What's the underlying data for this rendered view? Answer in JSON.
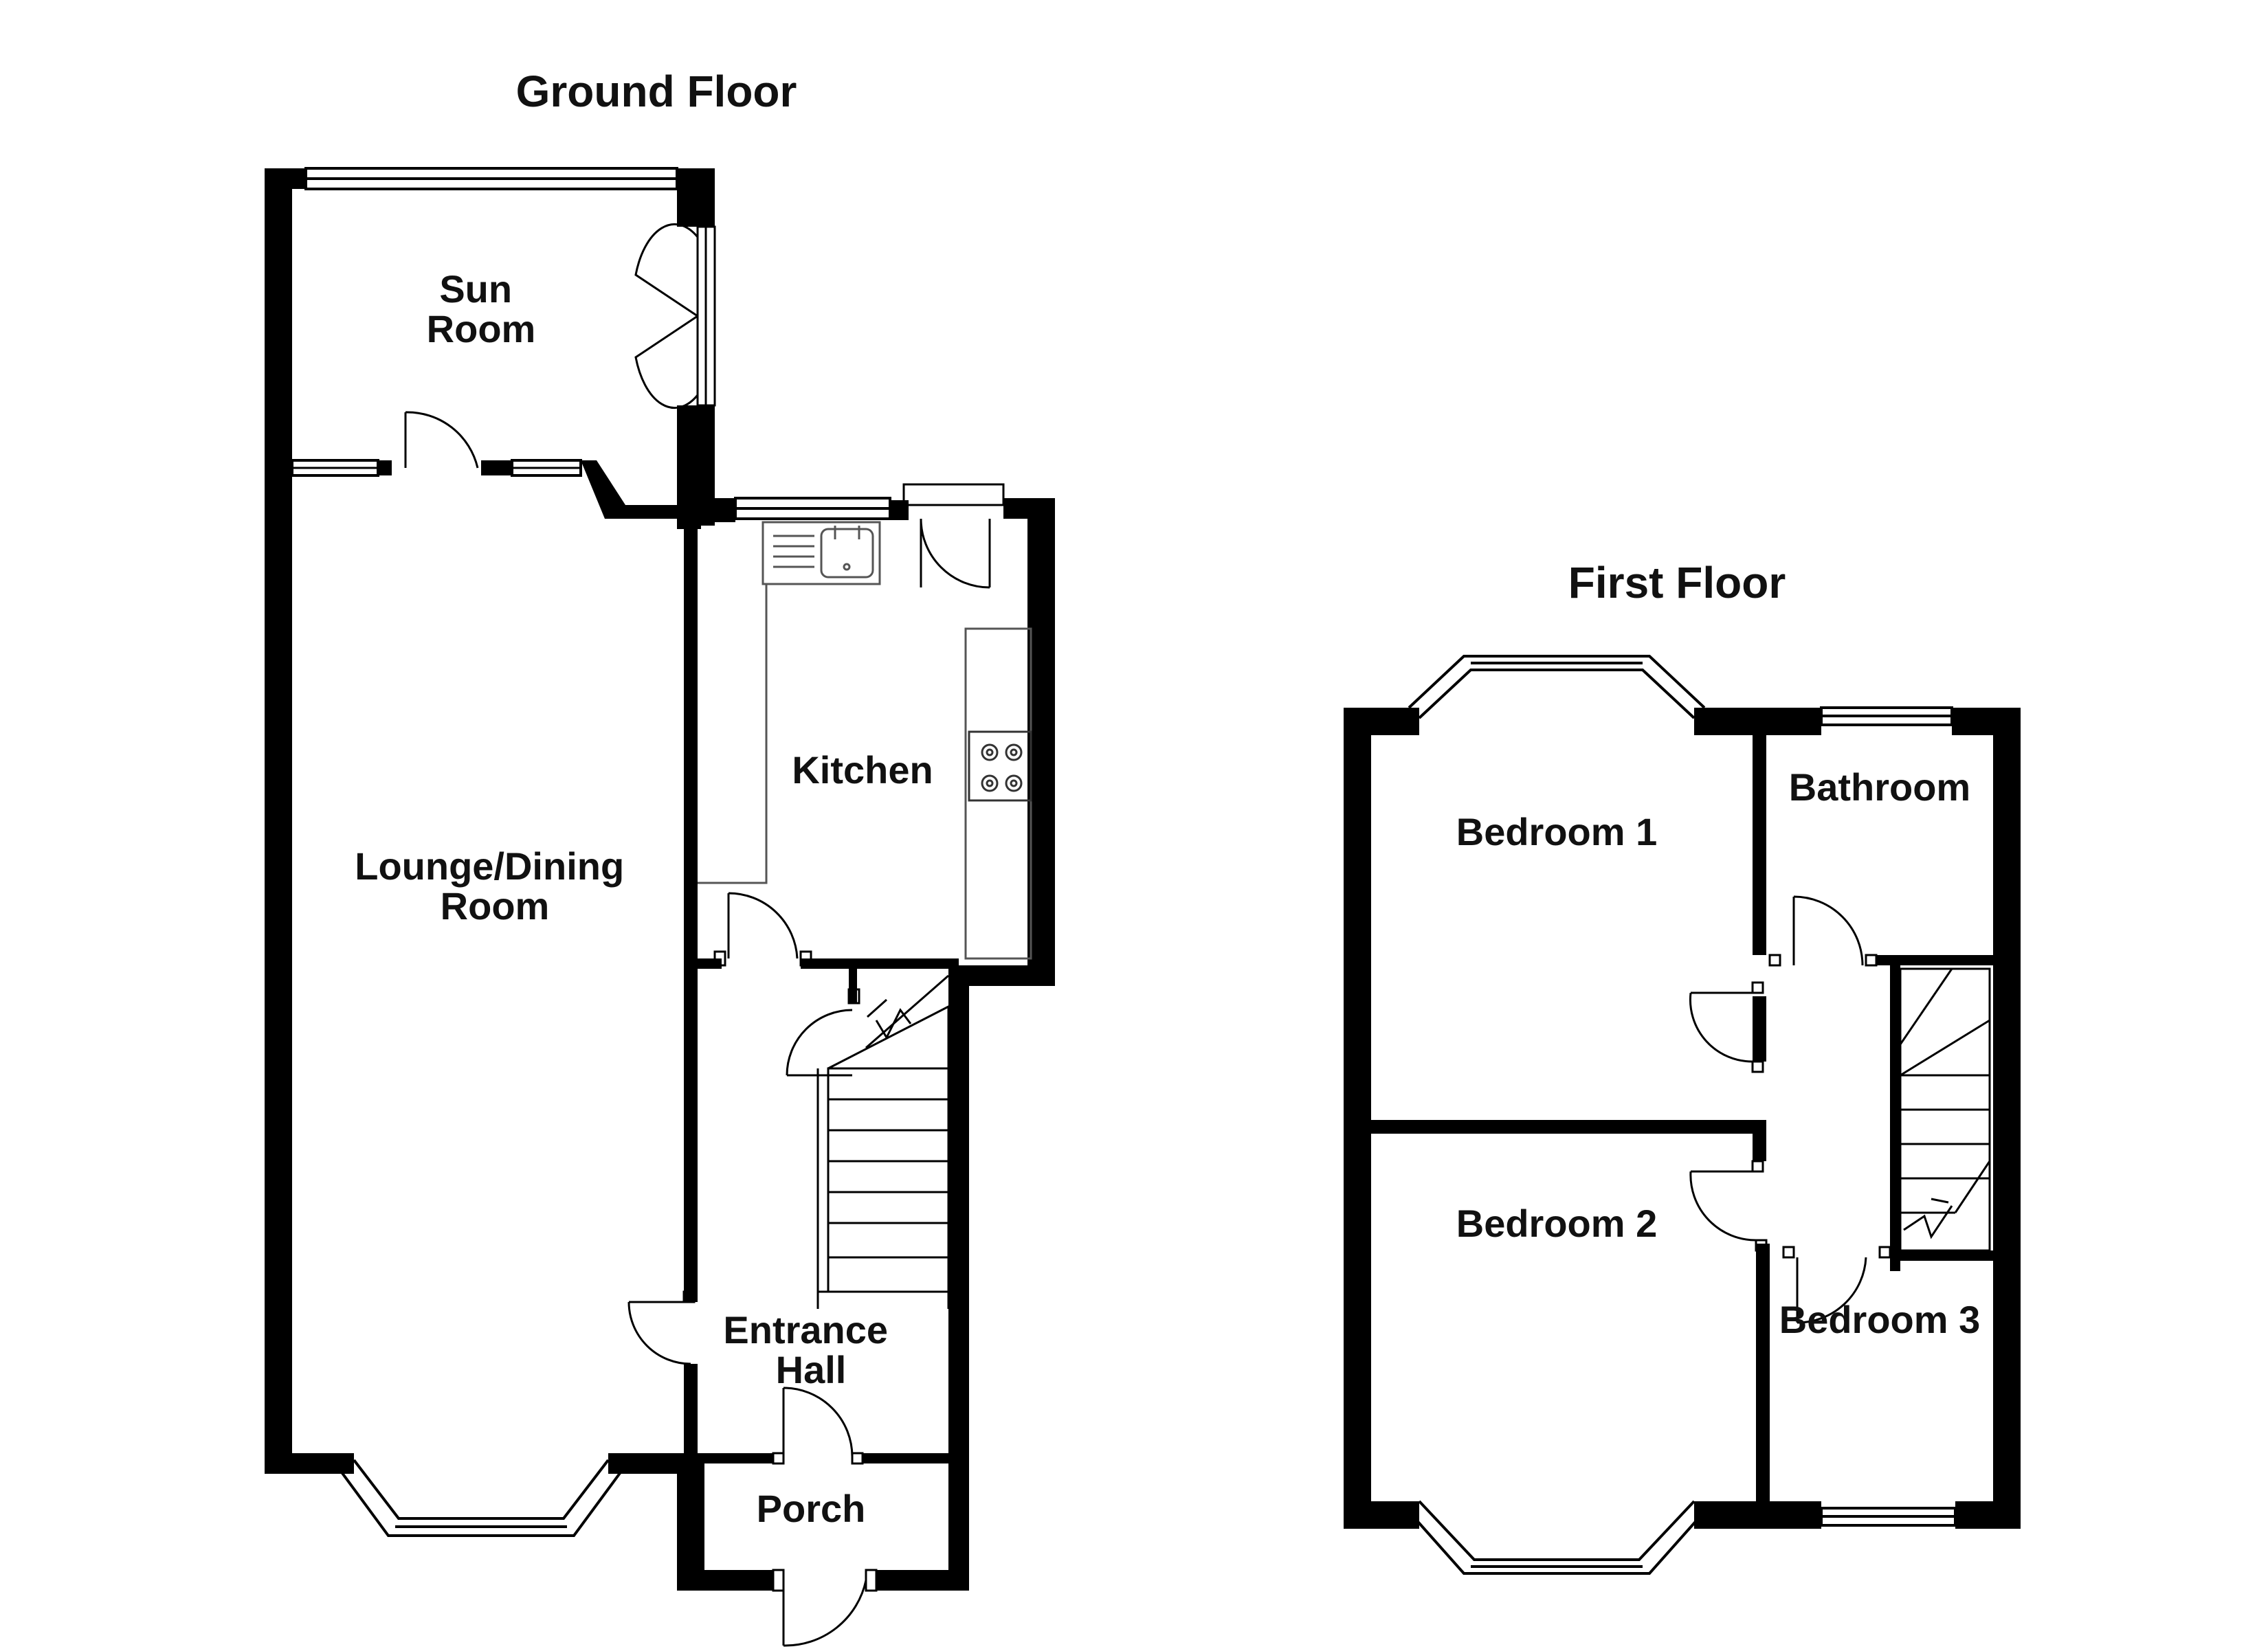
{
  "ground_floor": {
    "title": "Ground Floor",
    "rooms": {
      "sun_room": [
        "Sun",
        "Room"
      ],
      "lounge": [
        "Lounge/Dining",
        "Room"
      ],
      "kitchen": "Kitchen",
      "entrance_hall": [
        "Entrance",
        "Hall"
      ],
      "porch": "Porch"
    }
  },
  "first_floor": {
    "title": "First Floor",
    "rooms": {
      "bedroom_1": "Bedroom 1",
      "bathroom": "Bathroom",
      "bedroom_2": "Bedroom 2",
      "bedroom_3": "Bedroom 3"
    }
  },
  "colors": {
    "wall": "#000000",
    "fixture": "#555555",
    "background": "#ffffff"
  }
}
